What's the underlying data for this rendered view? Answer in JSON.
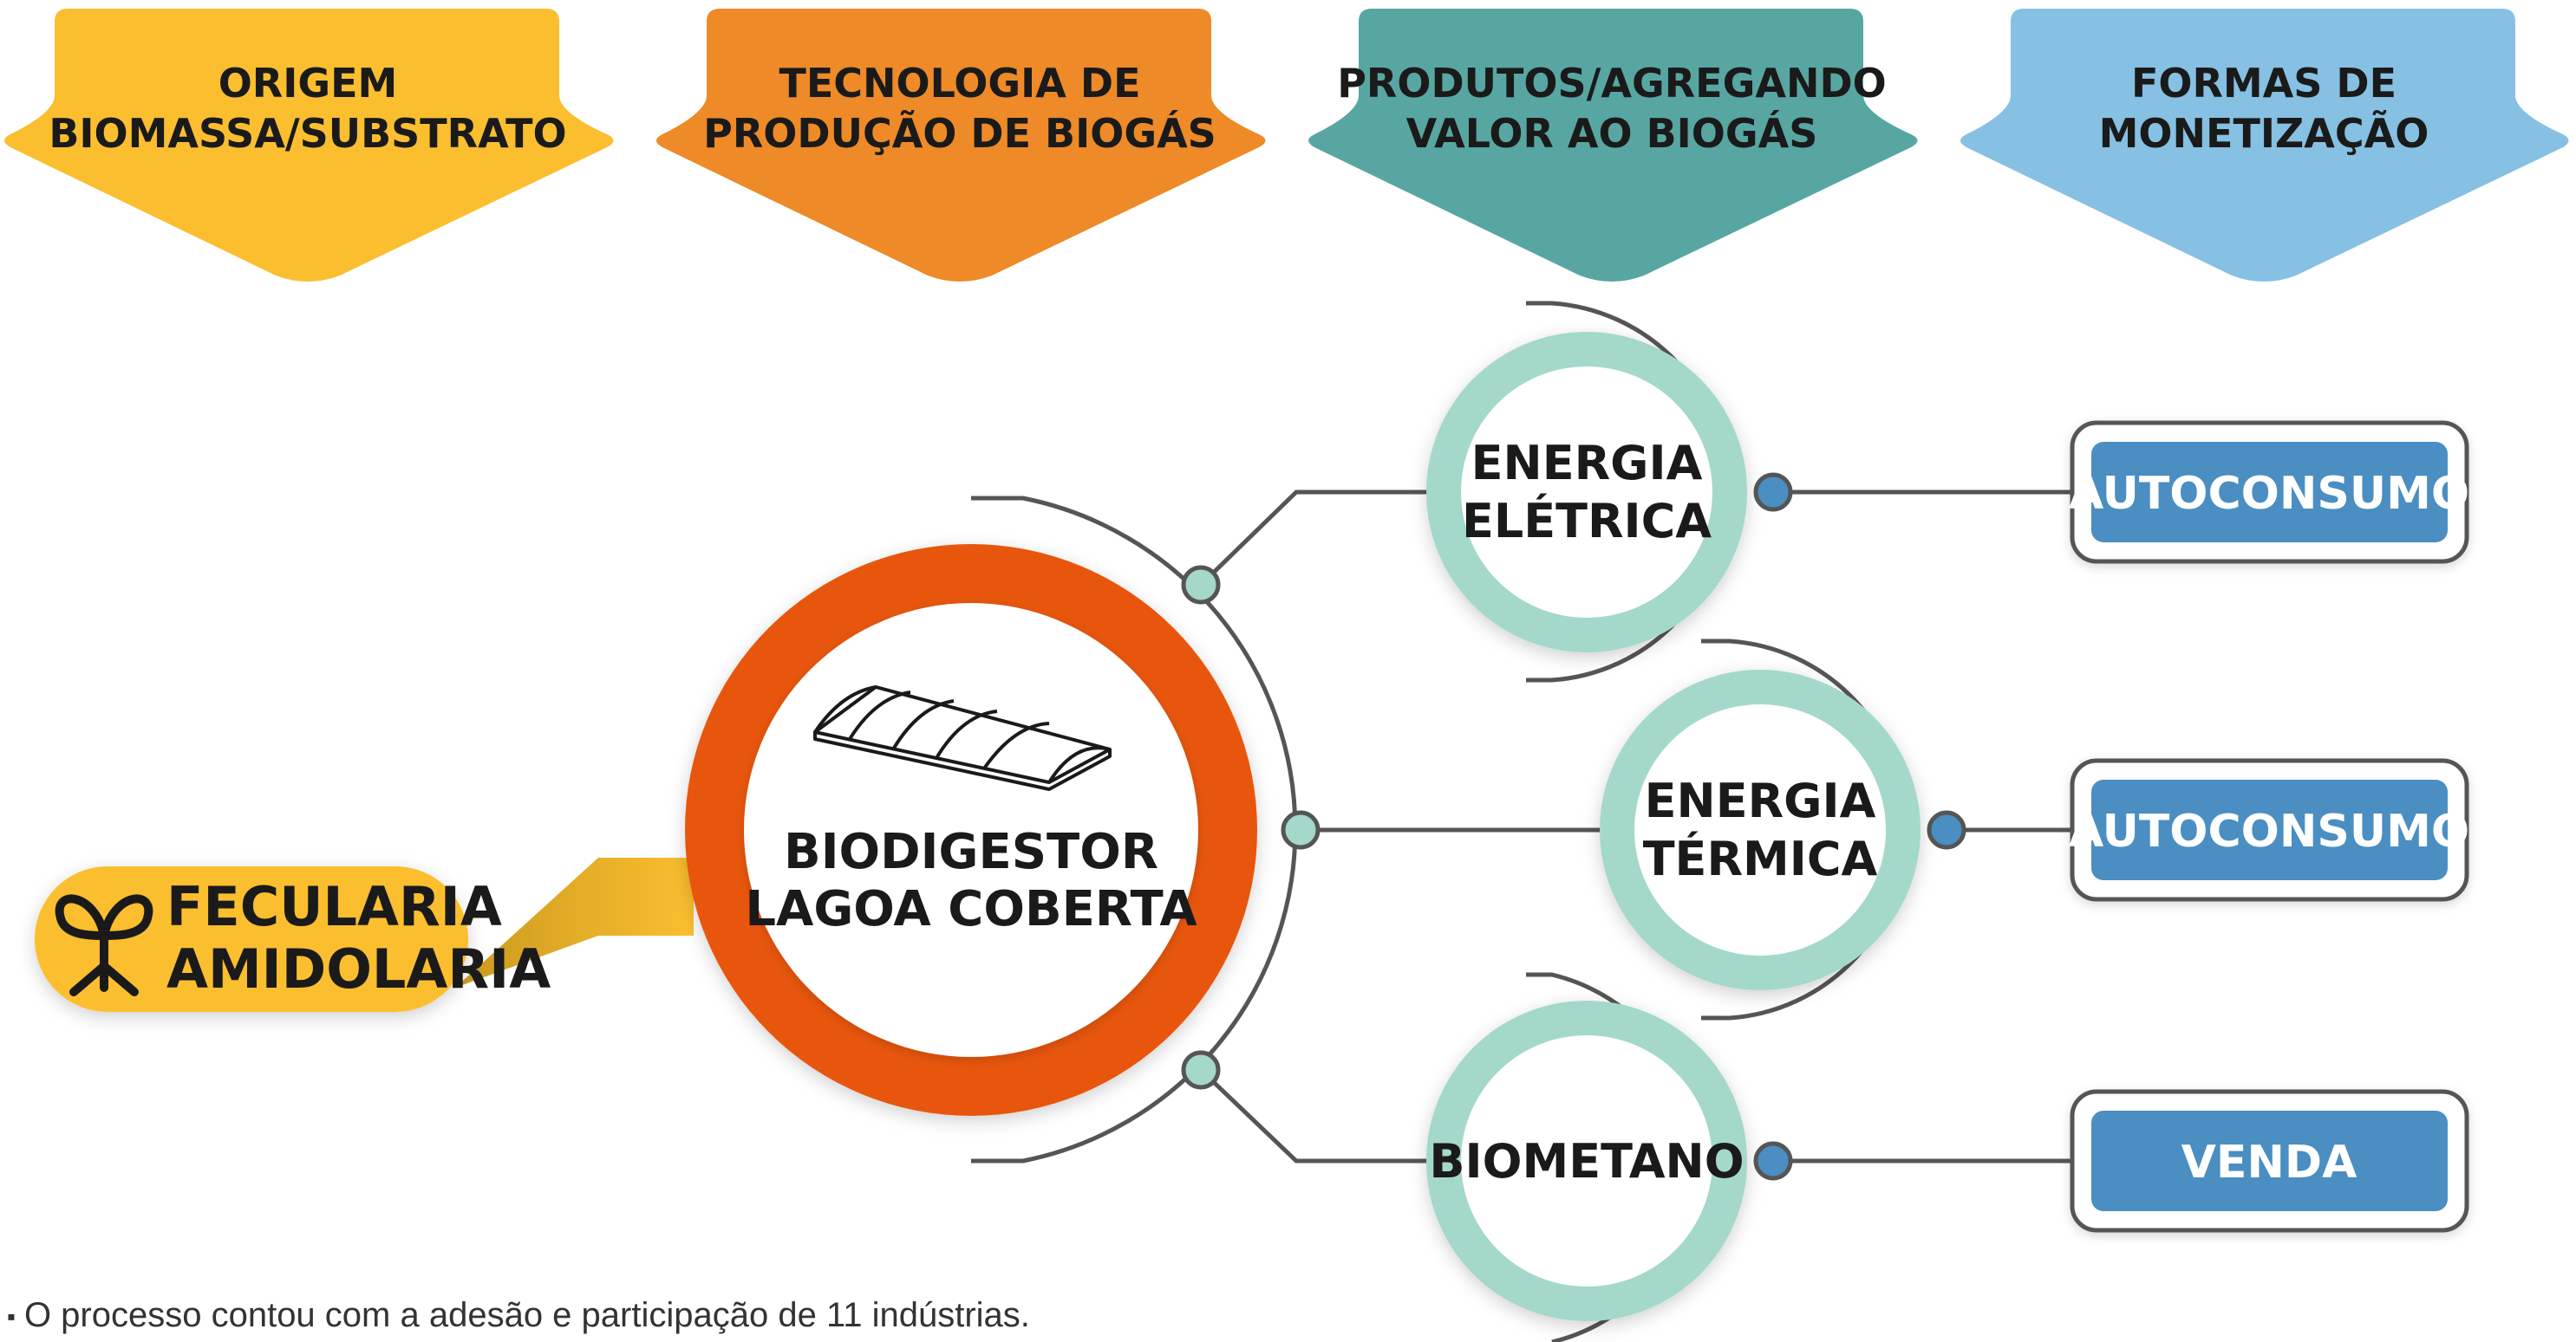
{
  "headers": [
    {
      "line1": "ORIGEM",
      "line2": "BIOMASSA/SUBSTRATO",
      "color": "#FBBE2F"
    },
    {
      "line1": "TECNOLOGIA DE",
      "line2": "PRODUÇÃO DE BIOGÁS",
      "color": "#EE8A27"
    },
    {
      "line1": "PRODUTOS/AGREGANDO",
      "line2": "VALOR AO BIOGÁS",
      "color": "#58A6A1"
    },
    {
      "line1": "FORMAS DE",
      "line2": "MONETIZAÇÃO",
      "color": "#86C0E3"
    }
  ],
  "source": {
    "line1": "FECULARIA",
    "line2": "AMIDOLARIA",
    "icon": "sprout-icon",
    "color": "#FBBE2F"
  },
  "technology": {
    "line1": "BIODIGESTOR",
    "line2": "LAGOA COBERTA",
    "icon": "covered-lagoon-icon",
    "ring_color": "#E8570F"
  },
  "products": [
    {
      "line1": "ENERGIA",
      "line2": "ELÉTRICA",
      "ring_color": "#A4D8CA"
    },
    {
      "line1": "ENERGIA",
      "line2": "TÉRMICA",
      "ring_color": "#A4D8CA"
    },
    {
      "line1": "BIOMETANO",
      "line2": "",
      "ring_color": "#A4D8CA"
    }
  ],
  "monetization": [
    {
      "label": "AUTOCONSUMO",
      "color": "#4A8EC2"
    },
    {
      "label": "AUTOCONSUMO",
      "color": "#4A8EC2"
    },
    {
      "label": "VENDA",
      "color": "#4A8EC2"
    }
  ],
  "footnote": "O processo contou com a adesão e participação de 11 indústrias."
}
